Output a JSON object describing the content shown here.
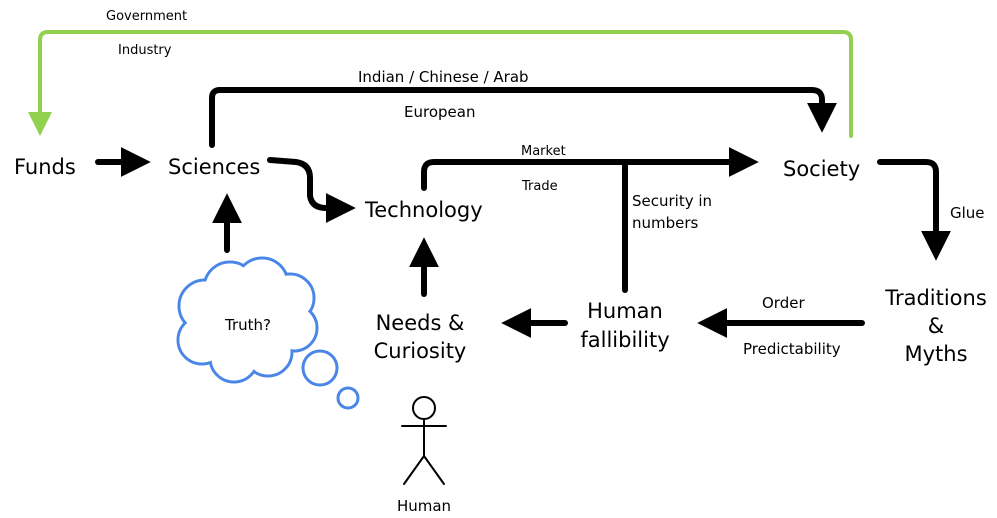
{
  "nodes": {
    "funds": "Funds",
    "sciences": "Sciences",
    "technology": "Technology",
    "society": "Society",
    "traditions_line1": "Traditions",
    "traditions_line2": "&",
    "traditions_line3": "Myths",
    "human_fallibility_line1": "Human",
    "human_fallibility_line2": "fallibility",
    "needs_line1": "Needs &",
    "needs_line2": "Curiosity"
  },
  "edge_labels": {
    "government": "Government",
    "industry": "Industry",
    "indian_chinese_arab": "Indian / Chinese / Arab",
    "european": "European",
    "market": "Market",
    "trade": "Trade",
    "security_line1": "Security in",
    "security_line2": "numbers",
    "glue": "Glue",
    "order": "Order",
    "predictability": "Predictability"
  },
  "thought_bubble": {
    "text": "Truth?"
  },
  "figure": {
    "label": "Human"
  },
  "colors": {
    "arrow": "#000000",
    "funding_loop": "#92d050",
    "thought_bubble": "#4a86e8"
  }
}
